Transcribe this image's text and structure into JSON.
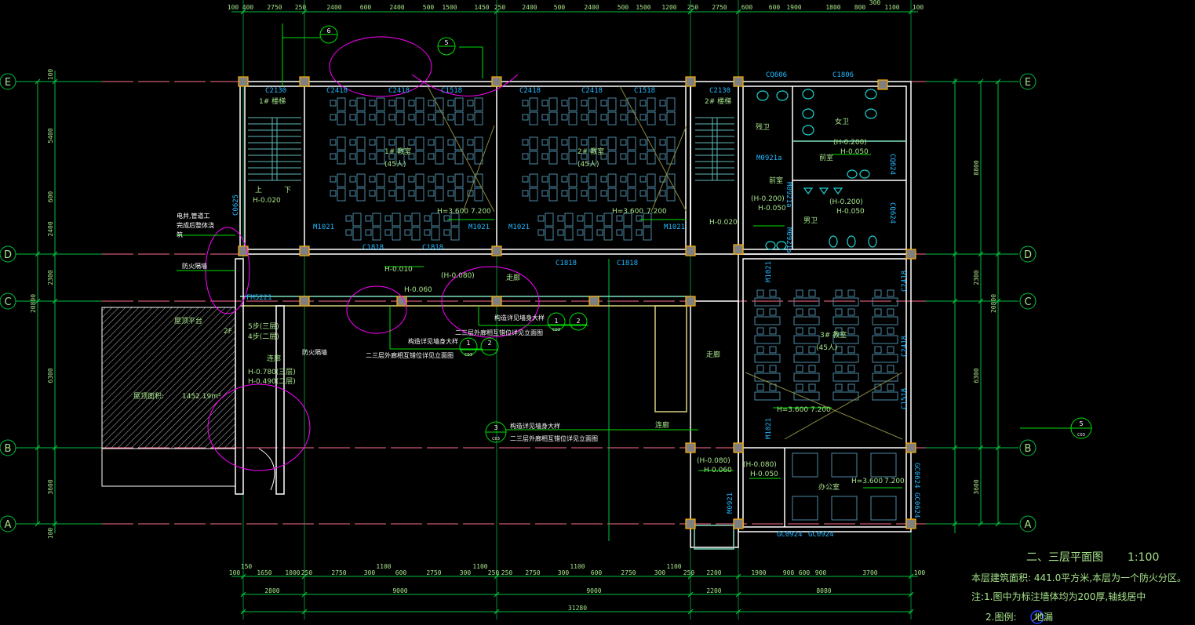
{
  "axes": [
    "E",
    "D",
    "C",
    "B",
    "A"
  ],
  "dims_top": [
    "100",
    "400",
    "2750",
    "250",
    "2400",
    "600",
    "2400",
    "500",
    "1500",
    "1450",
    "250",
    "2400",
    "500",
    "2400",
    "500",
    "1500",
    "1200",
    "250",
    "2750",
    "600",
    "600",
    "1900",
    "1800",
    "800",
    "300",
    "1100",
    "100"
  ],
  "dims_bottom_1": [
    "100",
    "150",
    "1650",
    "1000",
    "250",
    "2750",
    "300",
    "1100",
    "600",
    "2750",
    "300",
    "1100",
    "250",
    "250",
    "2750",
    "300",
    "1100",
    "600",
    "2750",
    "300",
    "1100",
    "250",
    "2200",
    "1900",
    "900",
    "600",
    "900",
    "3700",
    "100"
  ],
  "dims_bottom_2": [
    "2800",
    "9000",
    "9000",
    "2200",
    "8080"
  ],
  "dims_bottom_total": "31280",
  "dims_left": [
    "100",
    "5400",
    "600",
    "2400",
    "2300",
    "6300",
    "3600",
    "100"
  ],
  "dims_left_total": "20800",
  "dims_right": [
    "8800",
    "2300",
    "6300",
    "3600"
  ],
  "dims_right_total": "20800",
  "rooms": {
    "stair1": "1# 楼梯",
    "stair2": "2# 楼梯",
    "class1": "1# 教室",
    "class2": "2# 教室",
    "class3": "3# 教室",
    "capacity": "(45人)",
    "toilet_accessible": "残卫",
    "toilet_female": "女卫",
    "toilet_male": "男卫",
    "anteroom": "前室",
    "office": "办公室",
    "corridor": "走廊",
    "terrace": "屋顶平台",
    "walkway": "连廊",
    "roof_area": "屋顶面积:",
    "roof_area_value": "1452.19m²",
    "shaft_note": [
      "电井,管道工",
      "完成后整体浇",
      "筑"
    ],
    "fire_wall": "防火隔墙",
    "fire_wall2": "防火隔墙",
    "slope": "2F",
    "stairs_up": "上",
    "stairs_down": "下",
    "floors": [
      "5步(三层)",
      "4步(二层)"
    ]
  },
  "tags": {
    "C2130a": "C2130",
    "C2418a": "C2418",
    "C2418b": "C2418",
    "C1518a": "C1518",
    "C2418c": "C2418",
    "C2418d": "C2418",
    "C1518b": "C1518",
    "C2130b": "C2130",
    "CQ606": "CQ606",
    "C1806": "C1806",
    "CQ624a": "CQ624",
    "CQ624b": "CQ624",
    "C1818a": "C1818",
    "C1818b": "C1818",
    "C1818c": "C1818",
    "C1818d": "C1818",
    "M1021a": "M1021",
    "M1021b": "M1021",
    "M1021c": "M1021",
    "M1021d": "M1021",
    "M1021e": "M1021",
    "M1021f": "M1021",
    "M0921a": "M0921a",
    "M0921b": "M0921a",
    "M0921c": "M0921a",
    "M0921d": "M0921",
    "FM5221": "FM5221",
    "C0625": "C0625",
    "C2418e": "C2418",
    "C2418f": "C2418",
    "C1518c": "C1518",
    "GC0924a": "GC0924",
    "GC0924b": "GC0924",
    "GC0624a": "GC0624",
    "GC0624b": "GC0624"
  },
  "levels": {
    "h0020a": "H-0.020",
    "h0020b": "H-0.020",
    "h0010": "H-0.010",
    "h3600a": "H=3.600",
    "h7200a": "7.200",
    "h3600b": "H=3.600",
    "h7200b": "7.200",
    "h3600c": "H=3.600",
    "h7200c": "7.200",
    "h3600d": "H=3.600",
    "h7200d": "7.200",
    "h0200a": "(H-0.200)",
    "h0050a": "H-0.050",
    "h0200b": "(H-0.200)",
    "h0050b": "H-0.050",
    "h0200c": "(H-0.200)",
    "h0050c": "H-0.050",
    "h0080a": "(H-0.080)",
    "h0060a": "H-0.060",
    "h0080b": "(H-0.080)",
    "h0060b": "H-0.060",
    "h0080c": "(H-0.080)",
    "h0050d": "H-0.050",
    "h0780": "H-0.780(三层)",
    "h0490": "H-0.490(二层)"
  },
  "callouts": {
    "detail_a": "构造详见墙身大样",
    "detail_b": "二三层外廊相互错位详见立面图",
    "detail_c": "构造详见墙身大样",
    "detail_d": "二三层外廊相互错位详见立面图",
    "detail_e": "构造详见墙身大样",
    "detail_f": "二三层外廊相互错位详见立面图",
    "marks": [
      "6",
      "5",
      "1",
      "2",
      "1",
      "2",
      "3",
      "5"
    ],
    "sheet": "C03"
  },
  "title_block": {
    "title": "二、三层平面图",
    "scale": "1:100",
    "area": "本层建筑面积: 441.0平方米,本层为一个防火分区。",
    "note1": "注:1.图中为标注墙体均为200厚,轴线居中",
    "note2": "2.图例:",
    "legend_drain": "地漏"
  }
}
